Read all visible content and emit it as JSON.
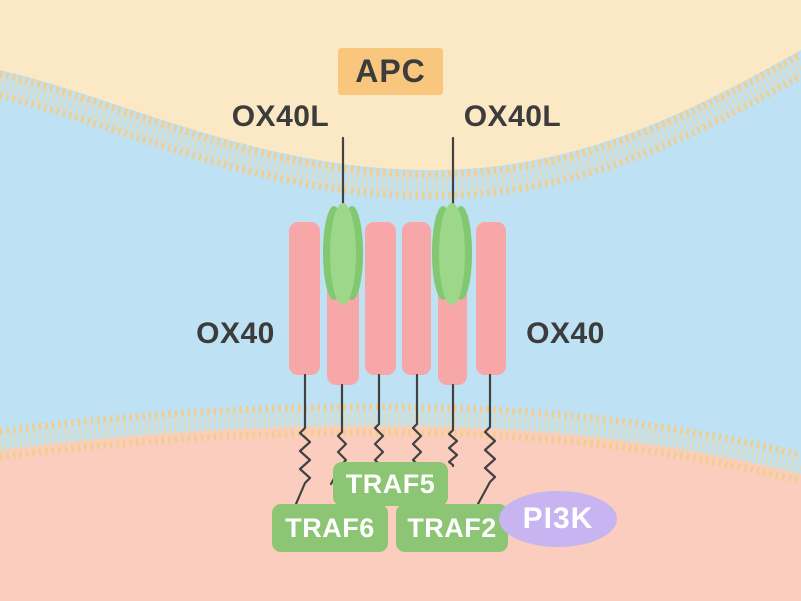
{
  "labels": {
    "apc": "APC",
    "ox40l_left": "OX40L",
    "ox40l_right": "OX40L",
    "ox40_left": "OX40",
    "ox40_right": "OX40",
    "traf5": "TRAF5",
    "traf6": "TRAF6",
    "traf2": "TRAF2",
    "pi3k": "PI3K"
  },
  "colors": {
    "apc-cell": "#FBE8C4",
    "extracellular": "#BEE2F3",
    "t-cell": "#FACDBE",
    "membrane-head": "#F2CD8E",
    "membrane-tail": "#EFD7A6",
    "receptor-bar": "#F8A7A9",
    "ligand-light": "#9CD78A",
    "ligand-dark": "#82C871",
    "traf-green": "#8CC573",
    "pi3k-purple": "#C7B4F0",
    "apc-box": "#F8C77D",
    "label-text": "#3C3C3C",
    "line": "#414141",
    "white-text": "#FFFFFF"
  }
}
